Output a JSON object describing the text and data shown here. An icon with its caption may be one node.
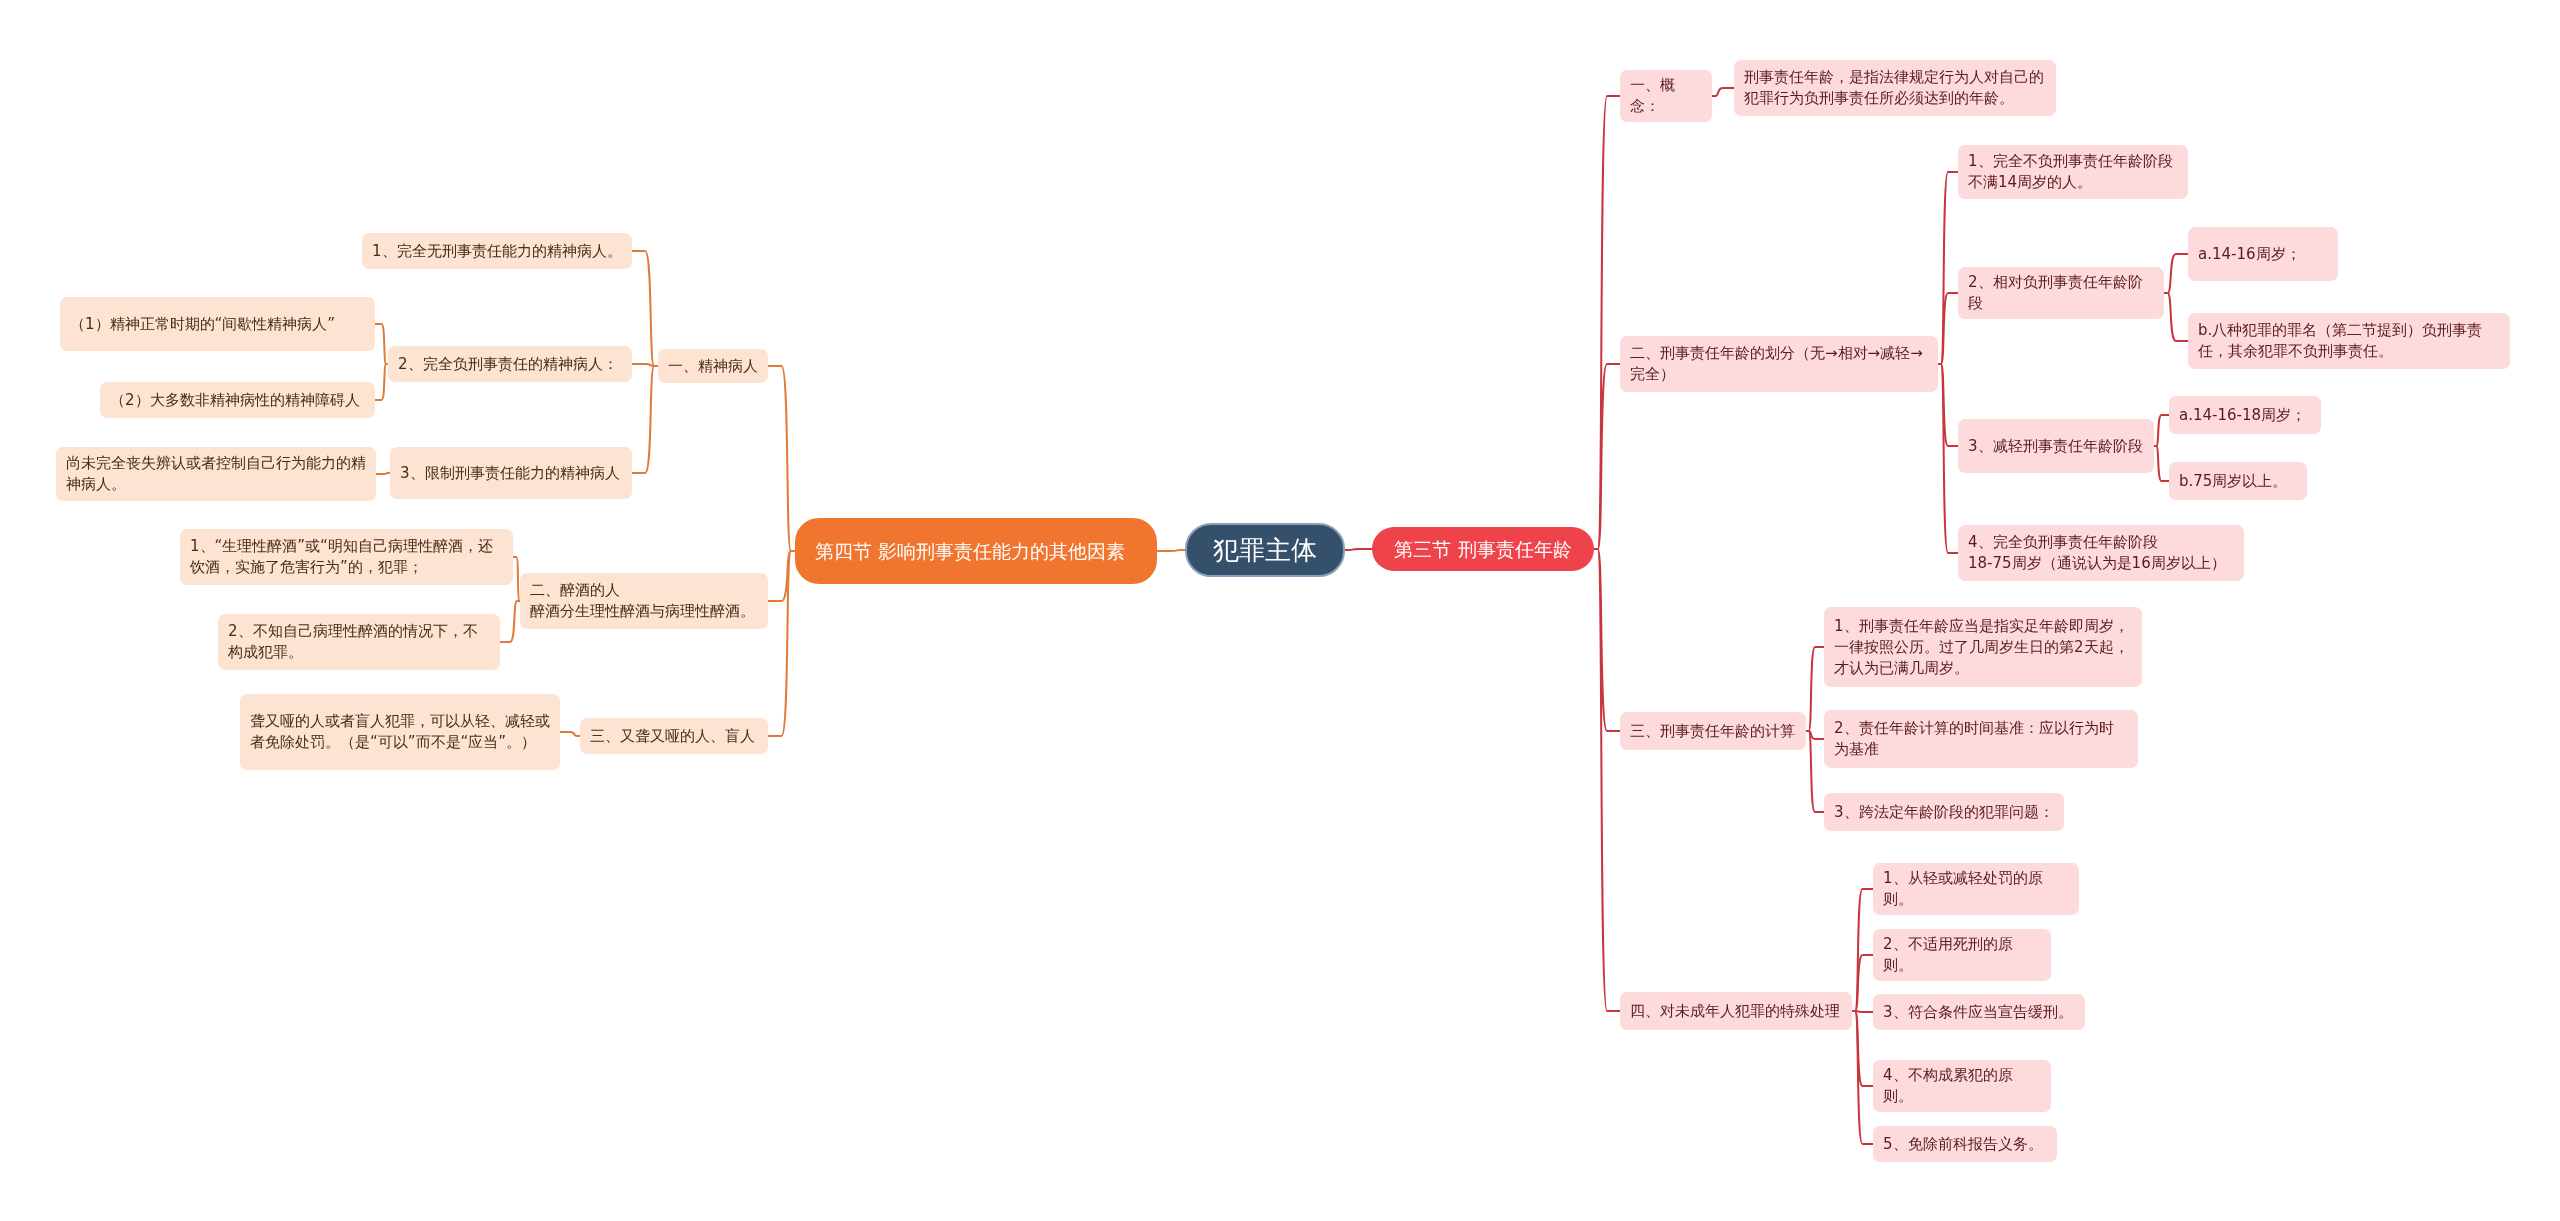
{
  "diagram": {
    "nodes": [
      {
        "text": [
          "犯罪主体"
        ]
      },
      {
        "text": [
          "第四节 影响刑事责任能力的其他因素"
        ]
      },
      {
        "text": [
          "第三节 刑事责任年龄"
        ]
      },
      {
        "text": [
          "一、精神病人"
        ]
      },
      {
        "text": [
          "1、完全无刑事责任能力的精神病人。"
        ]
      },
      {
        "text": [
          "2、完全负刑事责任的精神病人："
        ]
      },
      {
        "text": [
          "（1）精神正常时期的“间歇性精神病人”"
        ]
      },
      {
        "text": [
          "（2）大多数非精神病性的精神障碍人"
        ]
      },
      {
        "text": [
          "3、限制刑事责任能力的精神病人"
        ]
      },
      {
        "text": [
          "尚未完全丧失辨认或者控制自己行为能力的精神病人。"
        ]
      },
      {
        "text": [
          "二、醉酒的人",
          "醉酒分生理性醉酒与病理性醉酒。"
        ]
      },
      {
        "text": [
          "1、“生理性醉酒”或“明知自己病理性醉酒，还饮酒，实施了危害行为”的，犯罪；"
        ]
      },
      {
        "text": [
          "2、不知自己病理性醉酒的情况下，不构成犯罪。"
        ]
      },
      {
        "text": [
          "三、又聋又哑的人、盲人"
        ]
      },
      {
        "text": [
          "聋又哑的人或者盲人犯罪，可以从轻、减轻或者免除处罚。（是“可以”而不是“应当”。）"
        ]
      },
      {
        "text": [
          "一、概念："
        ]
      },
      {
        "text": [
          "刑事责任年龄，是指法律规定行为人对自己的犯罪行为负刑事责任所必须达到的年龄。"
        ]
      },
      {
        "text": [
          "二、刑事责任年龄的划分（无→相对→减轻→完全）"
        ]
      },
      {
        "text": [
          "1、完全不负刑事责任年龄阶段",
          "不满14周岁的人。"
        ]
      },
      {
        "text": [
          "2、相对负刑事责任年龄阶段"
        ]
      },
      {
        "text": [
          "a.14-16周岁；"
        ]
      },
      {
        "text": [
          "b.八种犯罪的罪名（第二节提到）负刑事责任，其余犯罪不负刑事责任。"
        ]
      },
      {
        "text": [
          "3、减轻刑事责任年龄阶段"
        ]
      },
      {
        "text": [
          "a.14-16-18周岁；"
        ]
      },
      {
        "text": [
          "b.75周岁以上。"
        ]
      },
      {
        "text": [
          "4、完全负刑事责任年龄阶段",
          "18-75周岁（通说认为是16周岁以上）"
        ]
      },
      {
        "text": [
          "三、刑事责任年龄的计算"
        ]
      },
      {
        "text": [
          "1、刑事责任年龄应当是指实足年龄即周岁，一律按照公历。过了几周岁生日的第2天起，才认为已满几周岁。"
        ]
      },
      {
        "text": [
          "2、责任年龄计算的时间基准：应以行为时为基准"
        ]
      },
      {
        "text": [
          "3、跨法定年龄阶段的犯罪问题："
        ]
      },
      {
        "text": [
          "四、对未成年人犯罪的特殊处理"
        ]
      },
      {
        "text": [
          "1、从轻或减轻处罚的原则。"
        ]
      },
      {
        "text": [
          "2、不适用死刑的原则。"
        ]
      },
      {
        "text": [
          "3、符合条件应当宣告缓刑。"
        ]
      },
      {
        "text": [
          "4、不构成累犯的原则。"
        ]
      },
      {
        "text": [
          "5、免除前科报告义务。"
        ]
      }
    ],
    "edges": [
      {
        "from": 0,
        "to": 1,
        "arrow": "none",
        "color": "#e07b39"
      },
      {
        "from": 1,
        "to": 3,
        "arrow": "none",
        "color": "#e07b39"
      },
      {
        "from": 3,
        "to": 4,
        "arrow": "none",
        "color": "#e07b39"
      },
      {
        "from": 3,
        "to": 5,
        "arrow": "none",
        "color": "#e07b39"
      },
      {
        "from": 5,
        "to": 6,
        "arrow": "none",
        "color": "#e07b39"
      },
      {
        "from": 5,
        "to": 7,
        "arrow": "none",
        "color": "#e07b39"
      },
      {
        "from": 3,
        "to": 8,
        "arrow": "none",
        "color": "#e07b39"
      },
      {
        "from": 8,
        "to": 9,
        "arrow": "none",
        "color": "#e07b39"
      },
      {
        "from": 1,
        "to": 10,
        "arrow": "none",
        "color": "#e07b39"
      },
      {
        "from": 10,
        "to": 11,
        "arrow": "none",
        "color": "#e07b39"
      },
      {
        "from": 10,
        "to": 12,
        "arrow": "none",
        "color": "#e07b39"
      },
      {
        "from": 1,
        "to": 13,
        "arrow": "none",
        "color": "#e07b39"
      },
      {
        "from": 13,
        "to": 14,
        "arrow": "none",
        "color": "#e07b39"
      },
      {
        "from": 0,
        "to": 2,
        "arrow": "none"
      },
      {
        "from": 2,
        "to": 15,
        "arrow": "none"
      },
      {
        "from": 15,
        "to": 16,
        "arrow": "none"
      },
      {
        "from": 2,
        "to": 17,
        "arrow": "none"
      },
      {
        "from": 17,
        "to": 18,
        "arrow": "none"
      },
      {
        "from": 17,
        "to": 19,
        "arrow": "none"
      },
      {
        "from": 19,
        "to": 20,
        "arrow": "none"
      },
      {
        "from": 19,
        "to": 21,
        "arrow": "none"
      },
      {
        "from": 17,
        "to": 22,
        "arrow": "none"
      },
      {
        "from": 22,
        "to": 23,
        "arrow": "none"
      },
      {
        "from": 22,
        "to": 24,
        "arrow": "none"
      },
      {
        "from": 17,
        "to": 25,
        "arrow": "none"
      },
      {
        "from": 2,
        "to": 26,
        "arrow": "none"
      },
      {
        "from": 26,
        "to": 27,
        "arrow": "none"
      },
      {
        "from": 26,
        "to": 28,
        "arrow": "none"
      },
      {
        "from": 26,
        "to": 29,
        "arrow": "none"
      },
      {
        "from": 2,
        "to": 30,
        "arrow": "none"
      },
      {
        "from": 30,
        "to": 31,
        "arrow": "none"
      },
      {
        "from": 30,
        "to": 32,
        "arrow": "none"
      },
      {
        "from": 30,
        "to": 33,
        "arrow": "none"
      },
      {
        "from": 30,
        "to": 34,
        "arrow": "none"
      },
      {
        "from": 30,
        "to": 35,
        "arrow": "none"
      }
    ]
  }
}
